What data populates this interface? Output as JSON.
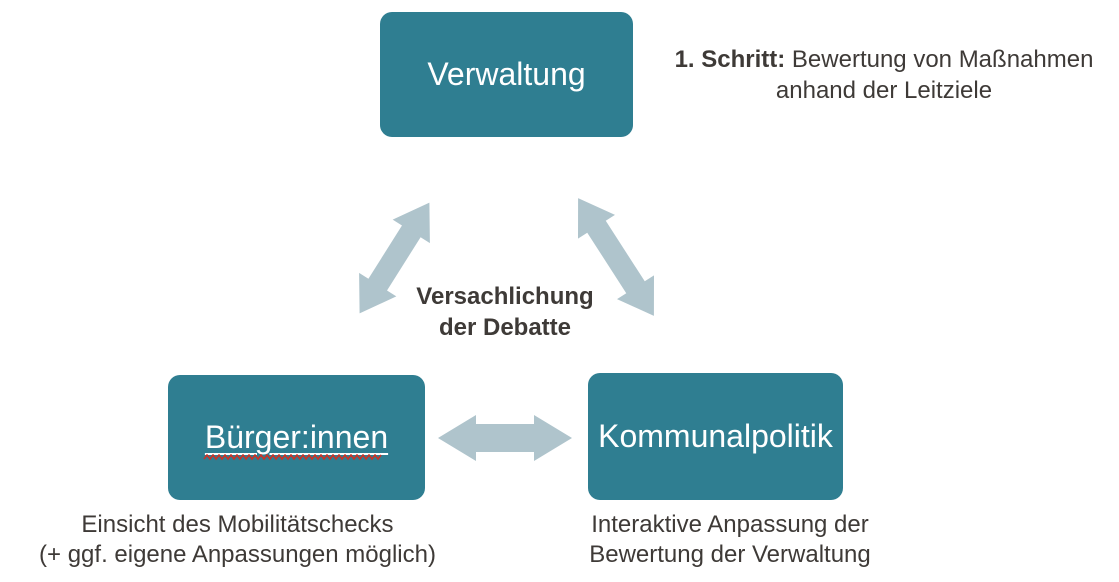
{
  "colors": {
    "box_fill": "#2F7E91",
    "arrow_fill": "#AFC4CC",
    "text_dark": "#3E3A37",
    "text_on_box": "#FFFFFF",
    "squiggle_red": "#CC3126"
  },
  "nodes": {
    "verwaltung": {
      "label": "Verwaltung"
    },
    "buergerinnen": {
      "label": "Bürger:innen"
    },
    "kommunalpolitik": {
      "label": "Kommunalpolitik"
    }
  },
  "edges": [
    {
      "from": "Verwaltung",
      "to": "Bürger:innen",
      "style": "double-arrow"
    },
    {
      "from": "Verwaltung",
      "to": "Kommunalpolitik",
      "style": "double-arrow"
    },
    {
      "from": "Bürger:innen",
      "to": "Kommunalpolitik",
      "style": "double-arrow"
    }
  ],
  "annotations": {
    "step_note": {
      "lead": "1. Schritt:",
      "rest": " Bewertung von Maßnahmen",
      "line2": "anhand der Leitziele"
    },
    "center_note": {
      "line1": "Versachlichung",
      "line2": "der Debatte"
    },
    "buerger_note": {
      "line1": "Einsicht des Mobilitätschecks",
      "line2": "(+ ggf. eigene Anpassungen möglich)"
    },
    "politik_note": {
      "line1": "Interaktive Anpassung der",
      "line2": "Bewertung der Verwaltung"
    }
  }
}
